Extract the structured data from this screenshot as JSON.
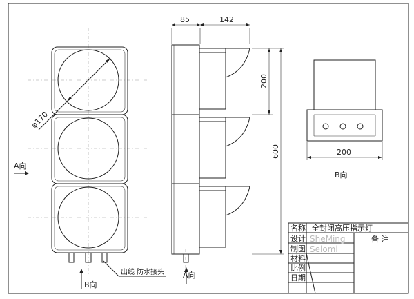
{
  "dimensions": {
    "top_depth": "85",
    "top_hood": "142",
    "side_module": "200",
    "side_total": "600",
    "b_width": "200",
    "diameter": "φ170"
  },
  "labels": {
    "view_a_left": "A向",
    "view_a_bottom": "A向",
    "view_b_bottom": "B向",
    "view_b_title": "B向",
    "cable_note": "出线  防水接头"
  },
  "title_block": {
    "rows": [
      {
        "key": "名称",
        "value": "全封闭高压指示灯"
      },
      {
        "key": "设计",
        "value": "SheMing"
      },
      {
        "key": "制图",
        "value": "Selomi"
      },
      {
        "key": "材料",
        "value": ""
      },
      {
        "key": "比例",
        "value": ""
      },
      {
        "key": "日期",
        "value": ""
      }
    ],
    "remark": "备 注"
  }
}
